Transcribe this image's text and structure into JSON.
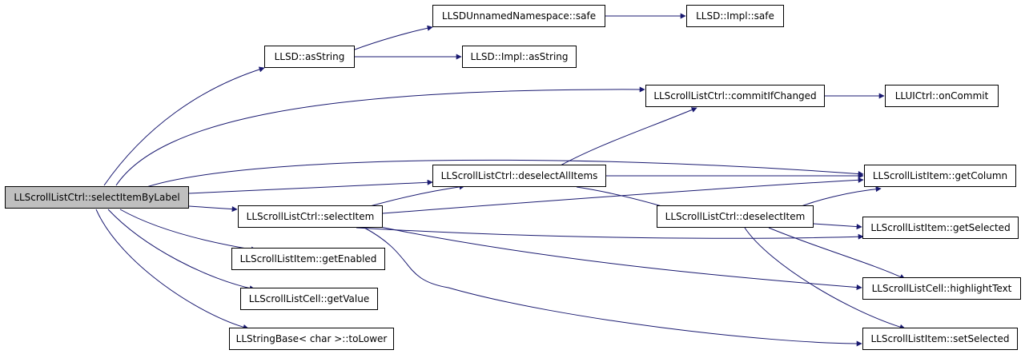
{
  "graph": {
    "colors": {
      "edge": "#191970",
      "root_fill": "#bfbfbf",
      "node_fill": "#ffffff",
      "node_border": "#000000"
    },
    "nodes": {
      "n_root": "LLScrollListCtrl::selectItemByLabel",
      "n_asString": "LLSD::asString",
      "n_unnamedSafe": "LLSDUnnamedNamespace::safe",
      "n_implSafe": "LLSD::Impl::safe",
      "n_implAsString": "LLSD::Impl::asString",
      "n_commitIfChanged": "LLScrollListCtrl::commitIfChanged",
      "n_onCommit": "LLUICtrl::onCommit",
      "n_deselectAll": "LLScrollListCtrl::deselectAllItems",
      "n_getColumn": "LLScrollListItem::getColumn",
      "n_selectItem": "LLScrollListCtrl::selectItem",
      "n_deselectItem": "LLScrollListCtrl::deselectItem",
      "n_getSelected": "LLScrollListItem::getSelected",
      "n_getEnabled": "LLScrollListItem::getEnabled",
      "n_getValue": "LLScrollListCell::getValue",
      "n_highlightText": "LLScrollListCell::highlightText",
      "n_toLower": "LLStringBase< char >::toLower",
      "n_setSelected": "LLScrollListItem::setSelected"
    }
  }
}
